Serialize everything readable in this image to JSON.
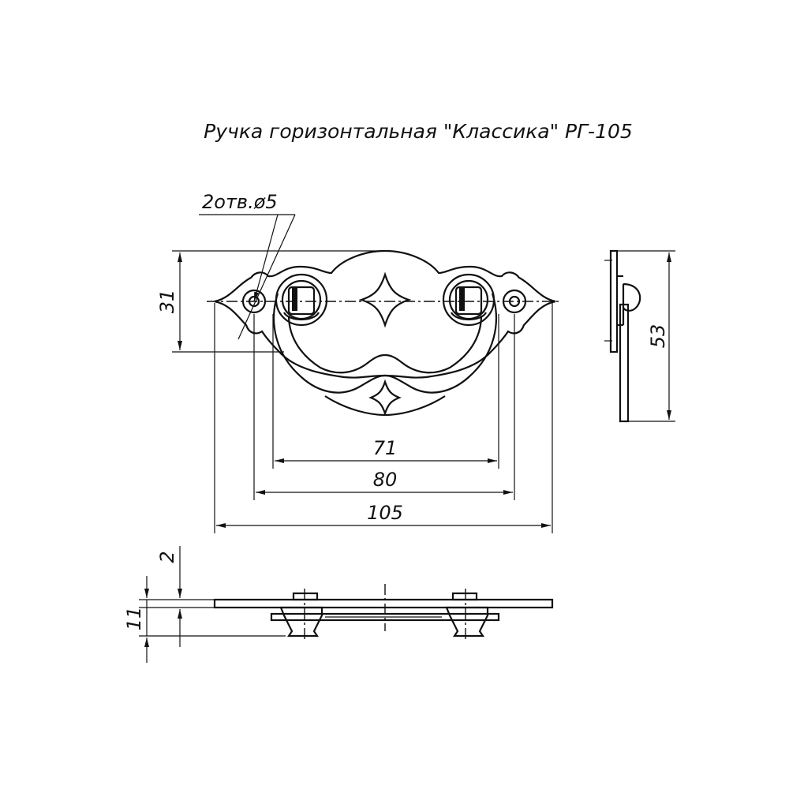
{
  "title": "Ручка горизонтальная \"Классика\" РГ-105",
  "hole_callout": "2отв.ø5",
  "dimensions": {
    "height_31": "31",
    "width_71": "71",
    "width_80": "80",
    "width_105": "105",
    "side_height_53": "53",
    "thickness_2": "2",
    "depth_11": "11"
  }
}
